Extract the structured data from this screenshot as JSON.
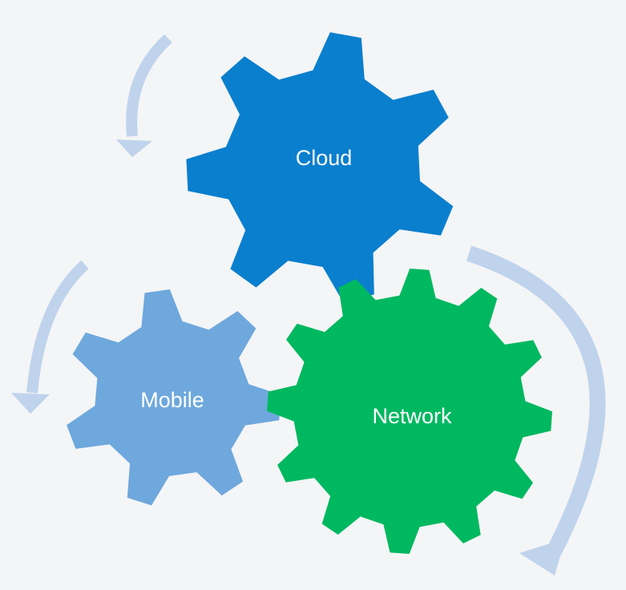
{
  "diagram": {
    "arrow_color": "#bfd3ec",
    "gears": [
      {
        "id": "cloud",
        "label": "Cloud",
        "color": "#0a7fce",
        "icon": "cloud-gear-icon"
      },
      {
        "id": "mobile",
        "label": "Mobile",
        "color": "#6ea8dd",
        "icon": "mobile-gear-icon"
      },
      {
        "id": "network",
        "label": "Network",
        "color": "#00b860",
        "icon": "network-gear-icon"
      }
    ]
  }
}
